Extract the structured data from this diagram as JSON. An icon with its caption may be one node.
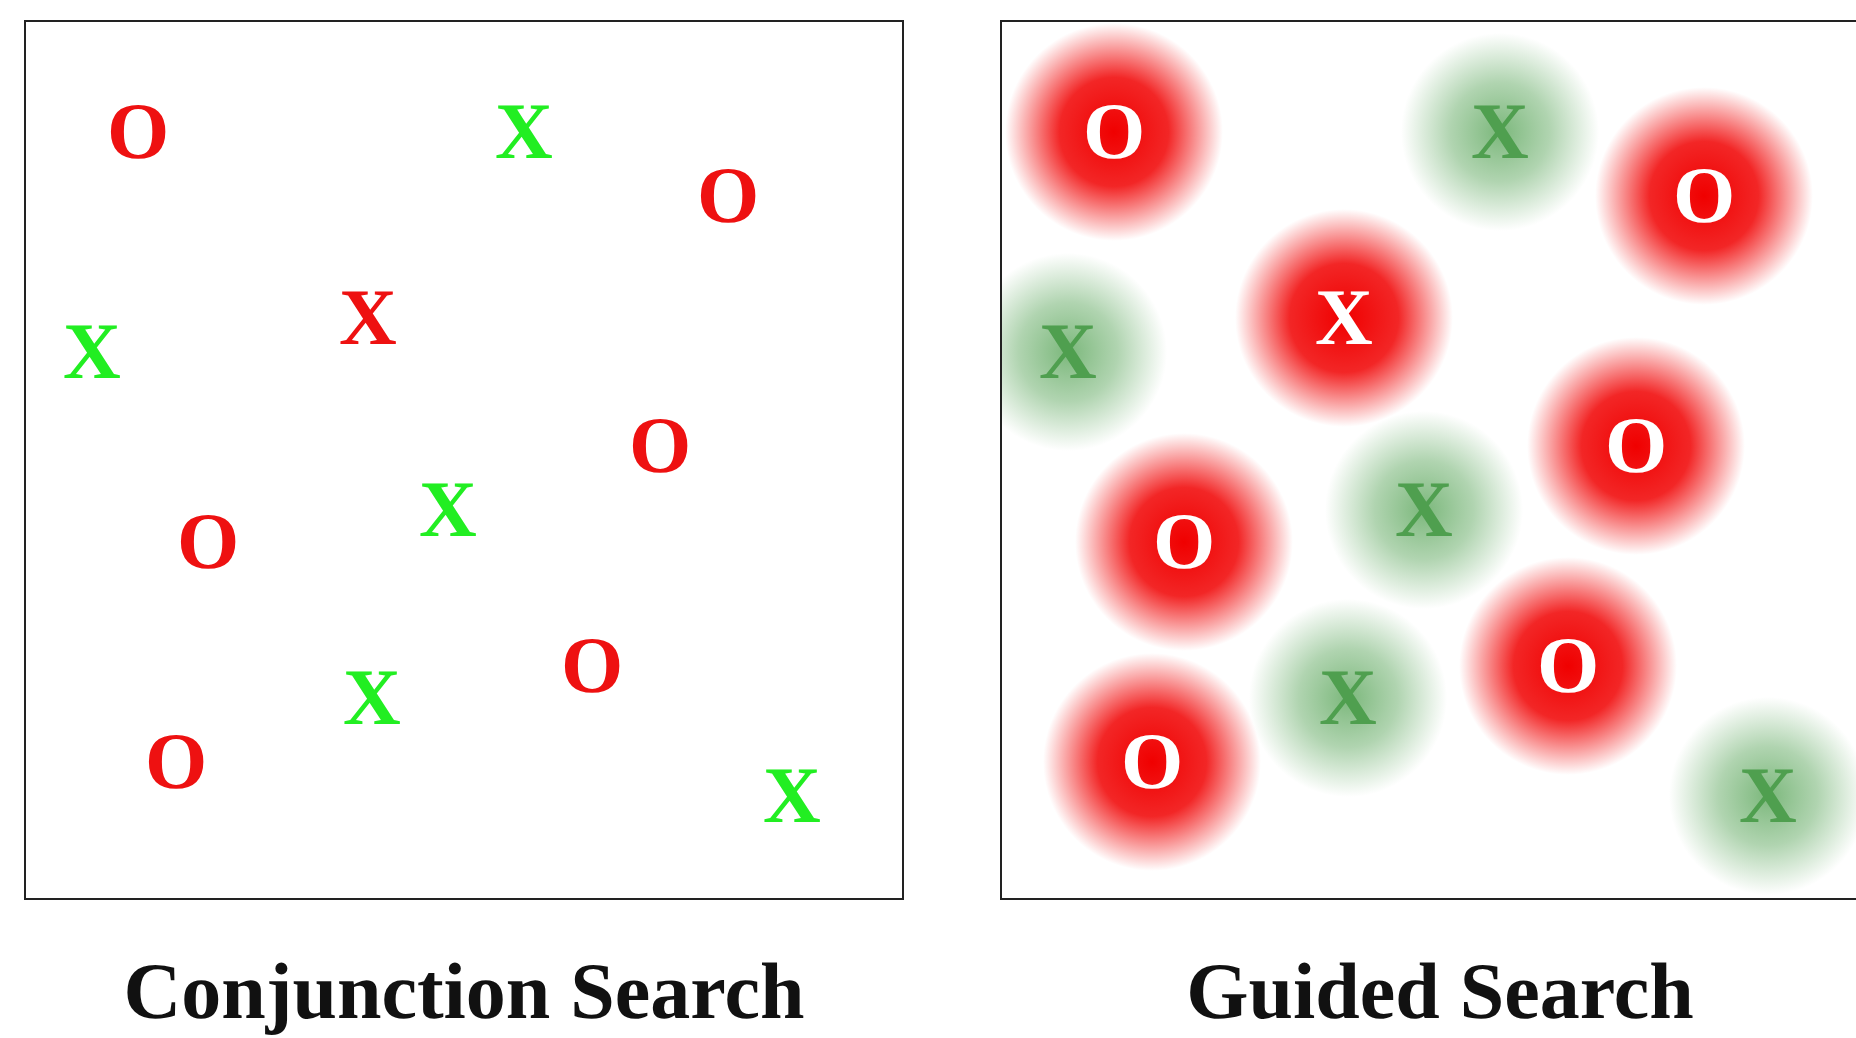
{
  "diagram": {
    "nodes": [
      {
        "text": [
          "Conjunction Search"
        ]
      },
      {
        "text": [
          "Guided Search"
        ]
      },
      {
        "text": [
          "O"
        ],
        "in": 1
      },
      {
        "text": [
          "X"
        ],
        "in": 1
      },
      {
        "text": [
          "O"
        ],
        "in": 1
      },
      {
        "text": [
          "X"
        ],
        "in": 1
      },
      {
        "text": [
          "X"
        ],
        "in": 1
      },
      {
        "text": [
          "O"
        ],
        "in": 1
      },
      {
        "text": [
          "X"
        ],
        "in": 1
      },
      {
        "text": [
          "O"
        ],
        "in": 1
      },
      {
        "text": [
          "O"
        ],
        "in": 1
      },
      {
        "text": [
          "X"
        ],
        "in": 1
      },
      {
        "text": [
          "O"
        ],
        "in": 1
      },
      {
        "text": [
          "X"
        ],
        "in": 1
      }
    ],
    "labels": [
      "O",
      "X",
      "O",
      "X",
      "X",
      "O",
      "X",
      "O",
      "O",
      "X",
      "O",
      "X"
    ]
  }
}
